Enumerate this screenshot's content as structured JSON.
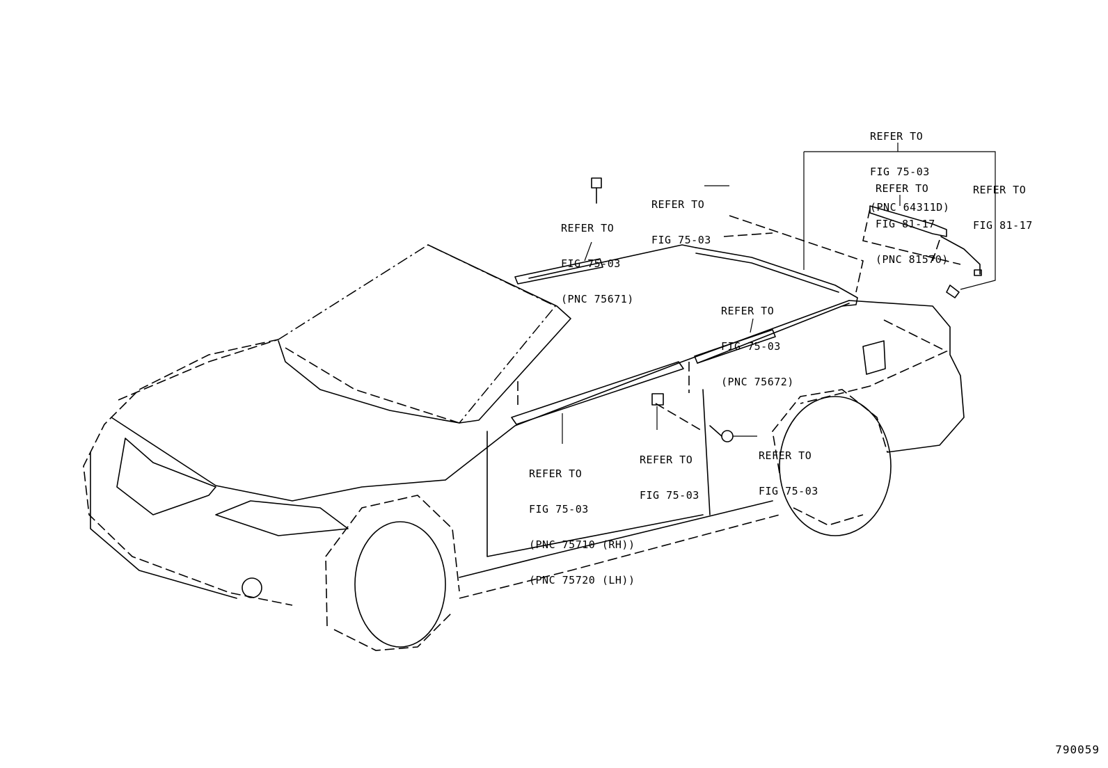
{
  "diagram": {
    "figure_number": "790059",
    "callouts": {
      "roof_rear": [
        "REFER TO",
        "FIG 75-03",
        "(PNC 64311D)"
      ],
      "stop_lamp": [
        "REFER TO",
        "FIG 81-17",
        "(PNC 81570)"
      ],
      "lamp_wire": [
        "REFER TO",
        "FIG 81-17"
      ],
      "roof_clip": [
        "REFER TO",
        "FIG 75-03"
      ],
      "roof_front": [
        "REFER TO",
        "FIG 75-03",
        "(PNC 75671)"
      ],
      "roof_side": [
        "REFER TO",
        "FIG 75-03",
        "(PNC 75672)"
      ],
      "belt_molding": [
        "REFER TO",
        "FIG 75-03",
        "(PNC 75710 (RH))",
        "(PNC 75720 (LH))"
      ],
      "door_clip": [
        "REFER TO",
        "FIG 75-03"
      ],
      "door_screw": [
        "REFER TO",
        "FIG 75-03"
      ]
    }
  }
}
